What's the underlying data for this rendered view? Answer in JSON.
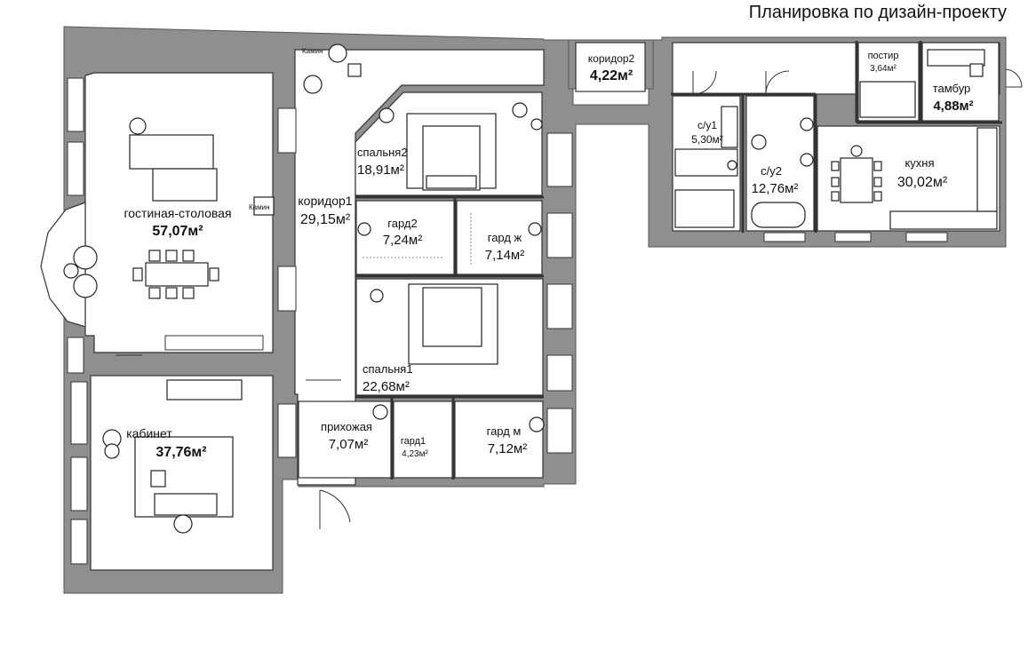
{
  "title": "Планировка по дизайн-проекту",
  "rooms": [
    {
      "id": "living",
      "name": "гостиная-столовая",
      "area": "57,07м²"
    },
    {
      "id": "study",
      "name": "кабинет",
      "area": "37,76м²"
    },
    {
      "id": "corridor1",
      "name": "коридор1",
      "area": "29,15м²"
    },
    {
      "id": "bedroom2",
      "name": "спальня2",
      "area": "18,91м²"
    },
    {
      "id": "wardrobe2",
      "name": "гард2",
      "area": "7,24м²"
    },
    {
      "id": "wardrobe-w",
      "name": "гард ж",
      "area": "7,14м²"
    },
    {
      "id": "bedroom1",
      "name": "спальня1",
      "area": "22,68м²"
    },
    {
      "id": "hall",
      "name": "прихожая",
      "area": "7,07м²"
    },
    {
      "id": "wardrobe1",
      "name": "гард1",
      "area": "4,23м²"
    },
    {
      "id": "wardrobe-m",
      "name": "гард м",
      "area": "7,12м²"
    },
    {
      "id": "corridor2",
      "name": "коридор2",
      "area": "4,22м²"
    },
    {
      "id": "bath1",
      "name": "с/у1",
      "area": "5,30м²"
    },
    {
      "id": "bath2",
      "name": "с/у2",
      "area": "12,76м²"
    },
    {
      "id": "laundry",
      "name": "постир",
      "area": "3,64м²"
    },
    {
      "id": "vestibule",
      "name": "тамбур",
      "area": "4,88м²"
    },
    {
      "id": "kitchen",
      "name": "кухня",
      "area": "30,02м²"
    }
  ],
  "fireplace_labels": [
    "Камин",
    "Камин"
  ]
}
